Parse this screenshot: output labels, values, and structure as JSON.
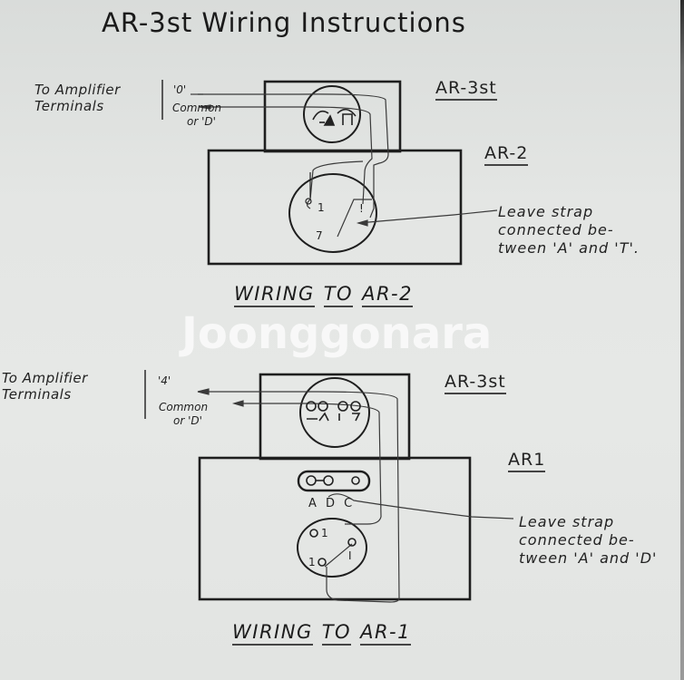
{
  "document": {
    "title": "AR-3st Wiring Instructions",
    "watermark": "Joonggonara"
  },
  "diagrams": [
    {
      "id": "ar2",
      "amplifier_label_line1": "To Amplifier",
      "amplifier_label_line2": "Terminals",
      "terminal_1": "'0'",
      "terminal_2_line1": "Common",
      "terminal_2_line2": "or 'D'",
      "upper_unit_label": "AR-3st",
      "lower_unit_label": "AR-2",
      "jack_pins": [
        "1",
        "7"
      ],
      "note_line1": "Leave strap",
      "note_line2": "connected be-",
      "note_line3": "tween 'A' and 'T'.",
      "caption": [
        "WIRING",
        "TO",
        "AR-2"
      ]
    },
    {
      "id": "ar1",
      "amplifier_label_line1": "To Amplifier",
      "amplifier_label_line2": "Terminals",
      "terminal_1": "'4'",
      "terminal_2_line1": "Common",
      "terminal_2_line2": "or 'D'",
      "upper_unit_label": "AR-3st",
      "lower_unit_label": "AR1",
      "strip_letters": "A D C",
      "jack_pins": [
        "1",
        "1"
      ],
      "note_line1": "Leave strap",
      "note_line2": "connected be-",
      "note_line3": "tween 'A' and 'D'",
      "caption": [
        "WIRING",
        "TO",
        "AR-1"
      ]
    }
  ],
  "colors": {
    "paper": "#e4e6e4",
    "ink": "#1e1e1e",
    "wire": "#3a3a3a"
  }
}
